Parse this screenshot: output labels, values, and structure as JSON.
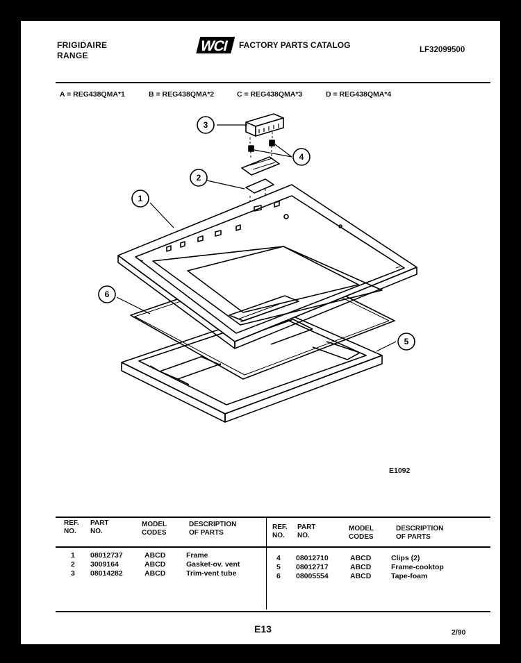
{
  "header": {
    "brand_line1": "FRIGIDAIRE",
    "brand_line2": "RANGE",
    "logo_text": "WCI",
    "catalog_title": "FACTORY PARTS CATALOG",
    "doc_number": "LF32099500"
  },
  "models": [
    {
      "label": "A = REG438QMA*1"
    },
    {
      "label": "B = REG438QMA*2"
    },
    {
      "label": "C = REG438QMA*3"
    },
    {
      "label": "D = REG438QMA*4"
    }
  ],
  "callouts": [
    "1",
    "2",
    "3",
    "4",
    "5",
    "6"
  ],
  "figure_code": "E1092",
  "table": {
    "headers": {
      "ref": [
        "REF.",
        "NO."
      ],
      "part": [
        "PART",
        "NO."
      ],
      "model": [
        "MODEL",
        "CODES"
      ],
      "desc": [
        "DESCRIPTION",
        "OF PARTS"
      ]
    },
    "left_rows": [
      {
        "ref": "1",
        "part": "08012737",
        "codes": "ABCD",
        "desc": "Frame"
      },
      {
        "ref": "2",
        "part": "3009164",
        "codes": "ABCD",
        "desc": "Gasket-ov. vent"
      },
      {
        "ref": "3",
        "part": "08014282",
        "codes": "ABCD",
        "desc": "Trim-vent tube"
      }
    ],
    "right_rows": [
      {
        "ref": "4",
        "part": "08012710",
        "codes": "ABCD",
        "desc": "Clips (2)"
      },
      {
        "ref": "5",
        "part": "08012717",
        "codes": "ABCD",
        "desc": "Frame-cooktop"
      },
      {
        "ref": "6",
        "part": "08005554",
        "codes": "ABCD",
        "desc": "Tape-foam"
      }
    ]
  },
  "footer": {
    "page_code": "E13",
    "date": "2/90"
  }
}
